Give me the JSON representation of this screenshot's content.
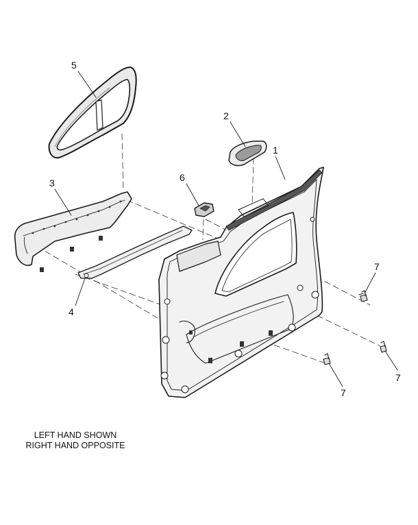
{
  "callouts": {
    "c1": "1",
    "c2": "2",
    "c3": "3",
    "c4": "4",
    "c5": "5",
    "c6": "6",
    "c7a": "7",
    "c7b": "7",
    "c7c": "7"
  },
  "caption": {
    "line1": "LEFT HAND SHOWN",
    "line2": "RIGHT HAND OPPOSITE"
  },
  "colors": {
    "ink": "#1a1a1a",
    "panel_fill": "#f2f2f2",
    "shade": "#7a7a7a"
  }
}
